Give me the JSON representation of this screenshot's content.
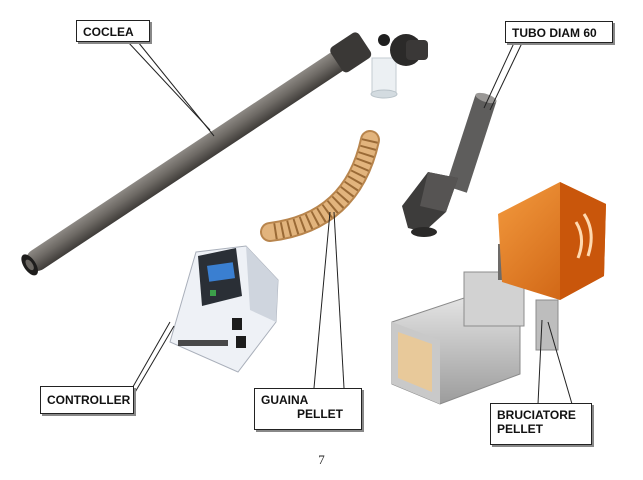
{
  "labels": {
    "coclea": "COCLEA",
    "tubo": "TUBO DIAM 60",
    "controller": "CONTROLLER",
    "guaina_line1": "GUAINA",
    "guaina_line2": "PELLET",
    "bruciatore_line1": "BRUCIATORE",
    "bruciatore_line2": "PELLET"
  },
  "page_number": "7",
  "colors": {
    "auger_tube": "#6f6b66",
    "burner_orange": "#e8731a",
    "hose_tan": "#d8a46a",
    "controller_body": "#e9ecf2",
    "controller_display": "#3a7fd1",
    "callout_border": "#222222"
  }
}
